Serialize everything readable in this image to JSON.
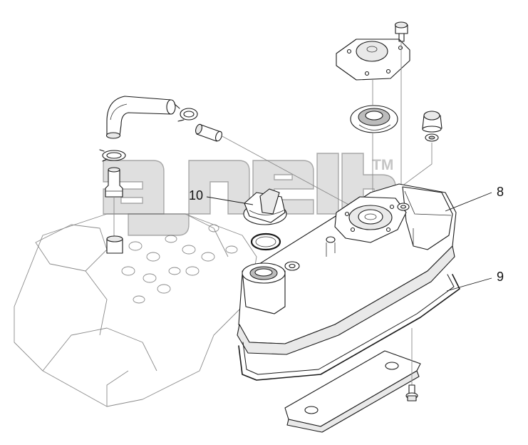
{
  "diagram": {
    "callouts": [
      {
        "id": "8",
        "label": "8"
      },
      {
        "id": "9",
        "label": "9"
      },
      {
        "id": "10",
        "label": "10"
      }
    ]
  },
  "watermark": {
    "trademark": "TM"
  },
  "colors": {
    "line": "#1a1a1a",
    "fill": "#ffffff",
    "shade": "#e9e9e9",
    "watermark": "#aaaaaa"
  }
}
